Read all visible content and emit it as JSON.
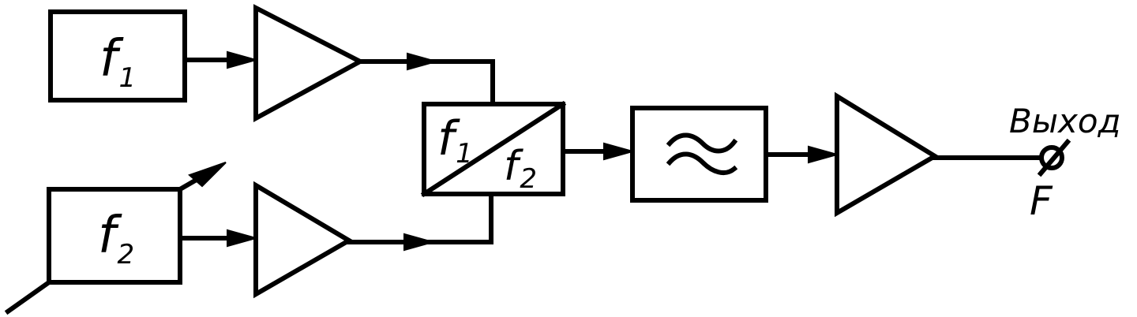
{
  "generators": [
    {
      "symbol": "f",
      "sub": "1"
    },
    {
      "symbol": "f",
      "sub": "2"
    }
  ],
  "mixer": {
    "top": {
      "symbol": "f",
      "sub": "1"
    },
    "bottom": {
      "symbol": "f",
      "sub": "2"
    }
  },
  "output": {
    "label": "Выход",
    "symbol": "F"
  }
}
